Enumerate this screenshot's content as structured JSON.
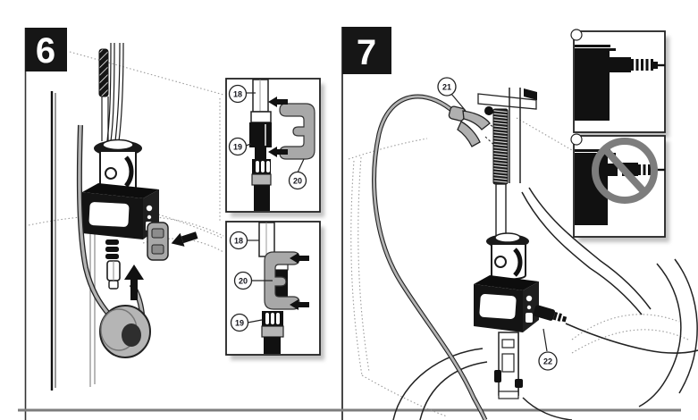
{
  "document": {
    "type": "installation-manual-steps",
    "steps_visible": [
      "6",
      "7"
    ]
  },
  "panel6": {
    "step_label": "6",
    "inset_alignment": {
      "c18": "18",
      "c19": "19",
      "c20": "20"
    },
    "inset_installed": {
      "c18": "18",
      "c20": "20",
      "c19": "19"
    }
  },
  "panel7": {
    "step_label": "7",
    "c21": "21",
    "c22": "22"
  },
  "colors": {
    "ink": "#1a1a1a",
    "step_box": "#161616",
    "step_number": "#ffffff",
    "part_gray": "#a8a8a8",
    "hose_gray": "#b3b3b3",
    "shadow_gray": "#8f8f8f",
    "dotted_gray": "#9a9a9a",
    "prohibition_gray": "#7d7d7d",
    "rule_gray": "#7d7d7d"
  }
}
